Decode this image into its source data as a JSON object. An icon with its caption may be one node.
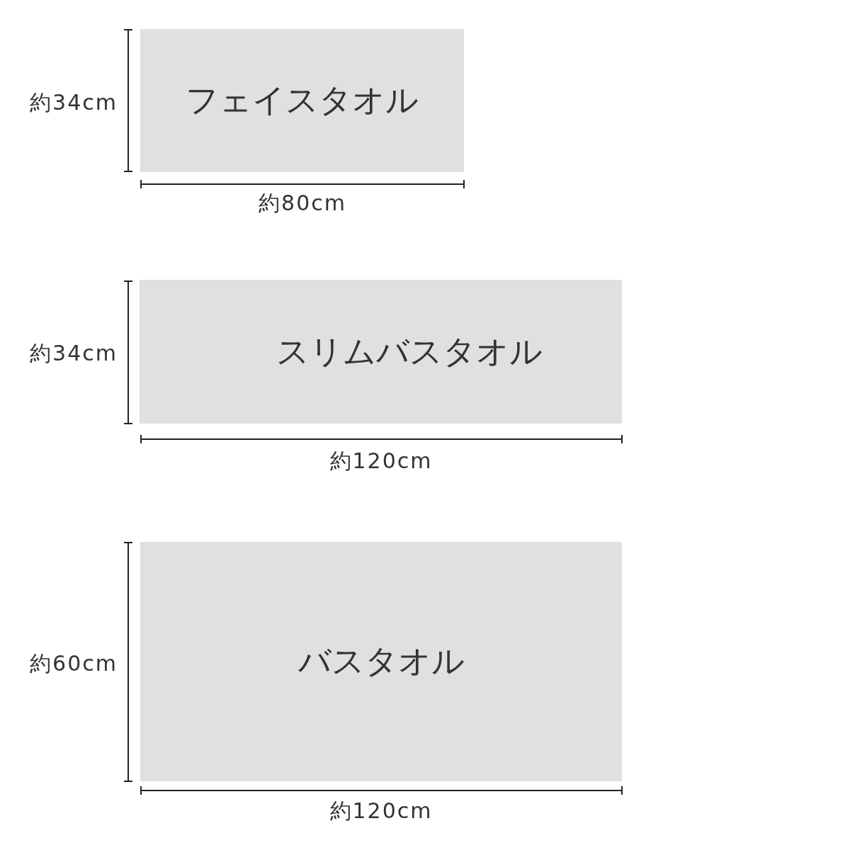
{
  "diagram": {
    "nodes": [
      {
        "text": [
          "フェイスタオル"
        ]
      },
      {
        "text": [
          "スリムバスタオル"
        ]
      },
      {
        "text": [
          "バスタオル"
        ]
      }
    ],
    "edges": [],
    "labels": [
      "約34cm",
      "約80cm",
      "約34cm",
      "約120cm",
      "約60cm",
      "約120cm"
    ]
  }
}
